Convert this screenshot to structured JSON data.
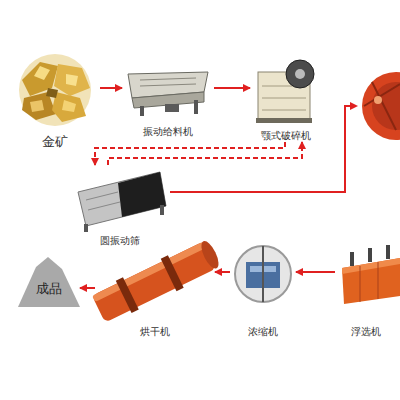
{
  "diagram": {
    "nodes": [
      {
        "text": [
          "金矿"
        ]
      },
      {
        "text": [
          "振动给料机"
        ]
      },
      {
        "text": [
          "颚式破碎机"
        ]
      },
      {
        "text": [
          "圆振动筛"
        ]
      },
      {
        "text": [
          "成品"
        ]
      },
      {
        "text": [
          "烘干机"
        ]
      },
      {
        "text": [
          "浓缩机"
        ]
      },
      {
        "text": [
          "浮选机"
        ]
      }
    ],
    "edges": [
      {
        "from": 0,
        "to": 1,
        "arrow": "to"
      },
      {
        "from": 1,
        "to": 2,
        "arrow": "to"
      },
      {
        "from": 2,
        "to": 3,
        "arrow": "to"
      },
      {
        "from": 3,
        "to": 2,
        "arrow": "to"
      },
      {
        "from": 7,
        "to": 6,
        "arrow": "to"
      },
      {
        "from": 6,
        "to": 5,
        "arrow": "to"
      },
      {
        "from": 5,
        "to": 4,
        "arrow": "to"
      }
    ]
  }
}
